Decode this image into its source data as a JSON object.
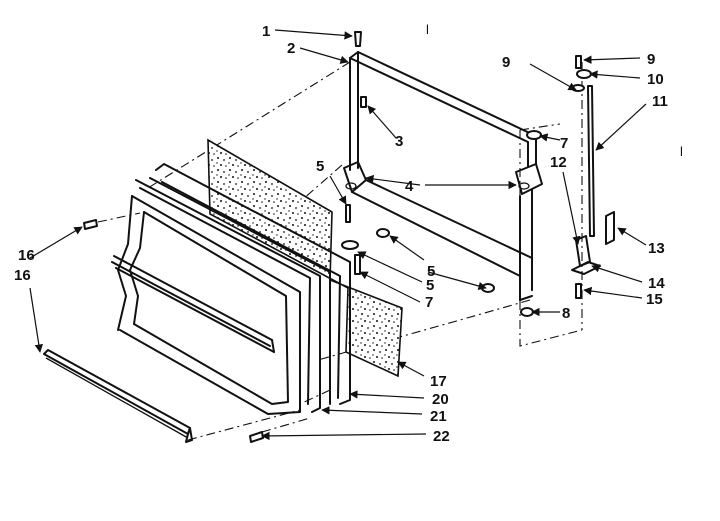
{
  "callouts": [
    "1",
    "2",
    "3",
    "4",
    "5",
    "5",
    "5",
    "7",
    "7",
    "8",
    "9",
    "9",
    "10",
    "11",
    "12",
    "13",
    "14",
    "15",
    "16",
    "16",
    "17",
    "20",
    "21",
    "22"
  ],
  "stray_marks": [
    "l",
    "l"
  ]
}
